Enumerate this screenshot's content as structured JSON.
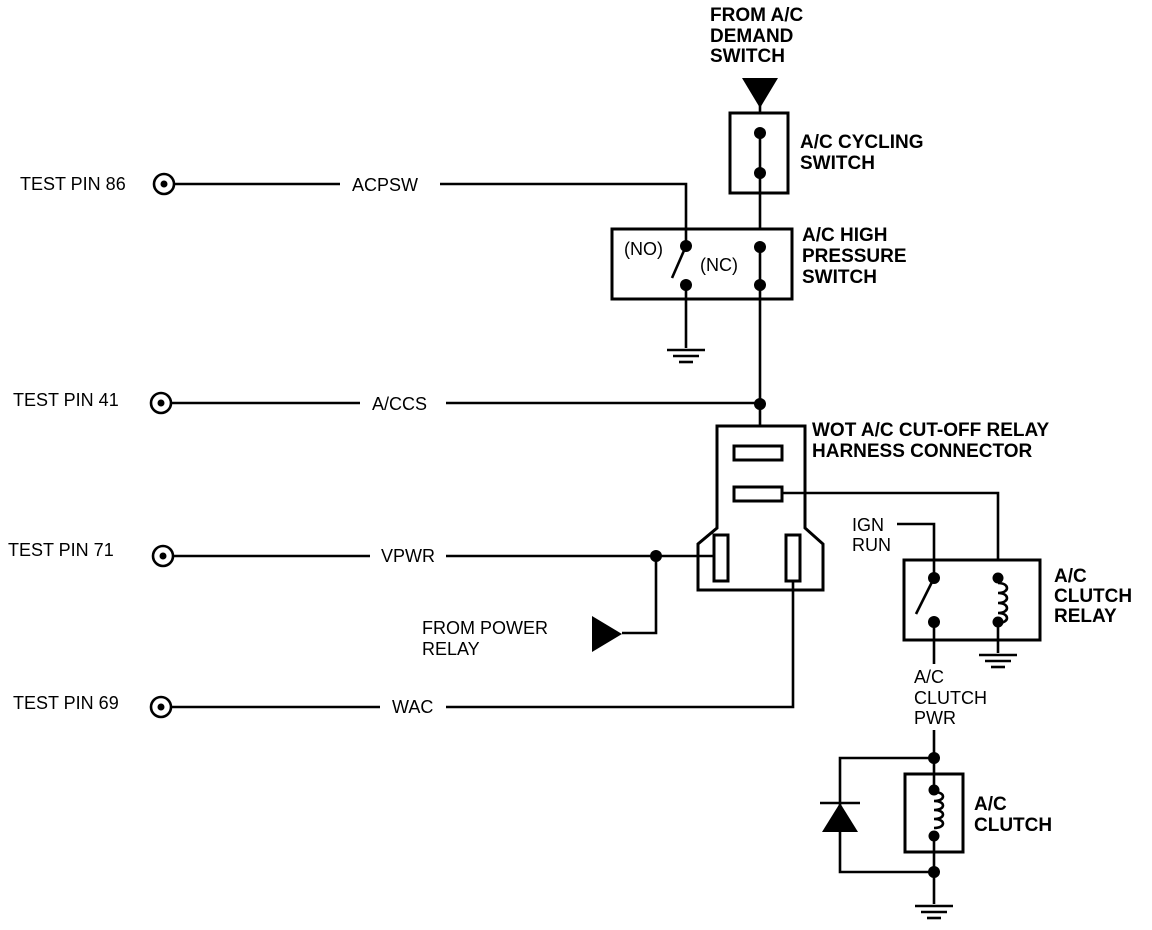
{
  "labels": {
    "from_ac_demand": [
      "FROM A/C",
      "DEMAND",
      "SWITCH"
    ],
    "ac_cycling_switch": [
      "A/C CYCLING",
      "SWITCH"
    ],
    "ac_high_pressure_switch": [
      "A/C HIGH",
      "PRESSURE",
      "SWITCH"
    ],
    "no_contact": "(NO)",
    "nc_contact": "(NC)",
    "wot_relay": [
      "WOT A/C CUT-OFF RELAY",
      "HARNESS CONNECTOR"
    ],
    "ign_run": [
      "IGN",
      "RUN"
    ],
    "ac_clutch_relay": [
      "A/C",
      "CLUTCH",
      "RELAY"
    ],
    "ac_clutch_pwr": [
      "A/C",
      "CLUTCH",
      "PWR"
    ],
    "ac_clutch": [
      "A/C",
      "CLUTCH"
    ],
    "from_power_relay": [
      "FROM POWER",
      "RELAY"
    ]
  },
  "test_pins": [
    {
      "label": "TEST PIN 86",
      "signal": "ACPSW"
    },
    {
      "label": "TEST PIN 41",
      "signal": "A/CCS"
    },
    {
      "label": "TEST PIN 71",
      "signal": "VPWR"
    },
    {
      "label": "TEST PIN 69",
      "signal": "WAC"
    }
  ]
}
